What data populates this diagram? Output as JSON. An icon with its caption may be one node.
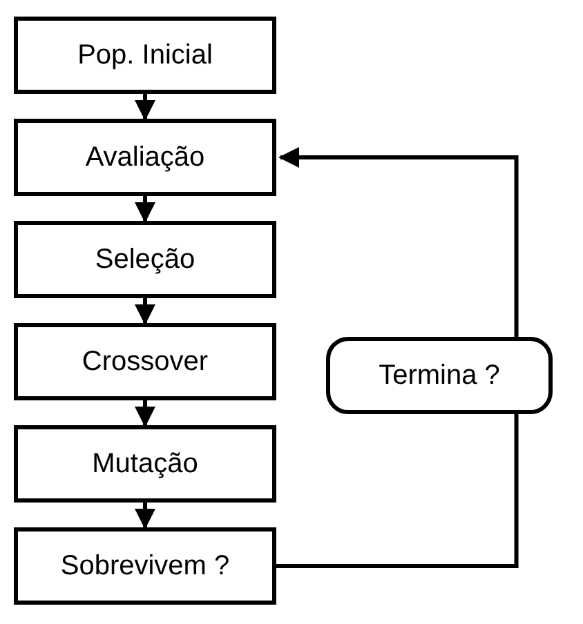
{
  "diagram": {
    "nodes": [
      {
        "text": [
          "Pop. Inicial"
        ]
      },
      {
        "text": [
          "Avaliação"
        ]
      },
      {
        "text": [
          "Seleção"
        ]
      },
      {
        "text": [
          "Crossover"
        ]
      },
      {
        "text": [
          "Mutação"
        ]
      },
      {
        "text": [
          "Sobrevivem ?"
        ]
      },
      {
        "text": [
          "Termina ?"
        ]
      }
    ],
    "edges": [
      {
        "from": 0,
        "to": 1,
        "arrow": "to"
      },
      {
        "from": 1,
        "to": 2,
        "arrow": "to"
      },
      {
        "from": 2,
        "to": 3,
        "arrow": "to"
      },
      {
        "from": 3,
        "to": 4,
        "arrow": "to"
      },
      {
        "from": 4,
        "to": 5,
        "arrow": "to"
      },
      {
        "from": 5,
        "to": 6,
        "arrow": "none"
      },
      {
        "from": 6,
        "to": 1,
        "arrow": "to"
      }
    ]
  }
}
